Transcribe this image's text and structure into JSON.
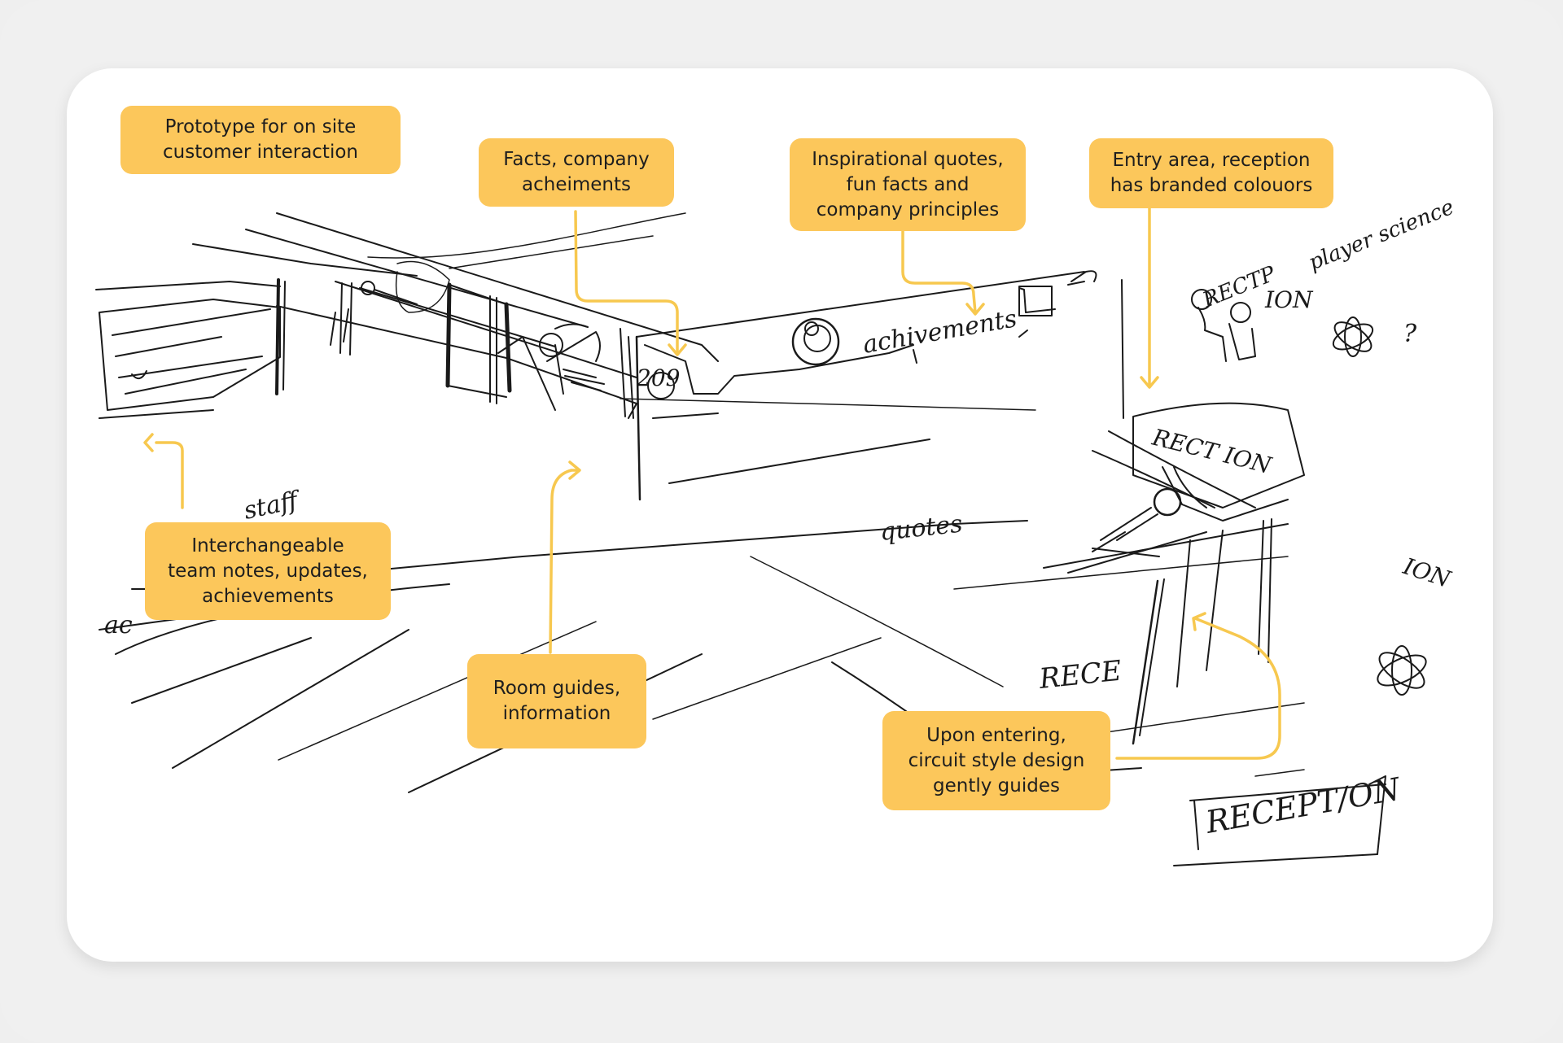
{
  "notes": {
    "prototype": "Prototype for on site\ncustomer interaction",
    "facts": "Facts, company\nacheiments",
    "inspirational": "Inspirational quotes,\nfun facts and\ncompany principles",
    "entry": "Entry area, reception\nhas branded colouors",
    "team_notes": "Interchangeable\nteam notes, updates,\nachievements",
    "room_guides": "Room guides,\ninformation",
    "entering": "Upon entering,\ncircuit style design\ngently guides"
  },
  "handwriting": {
    "achievements": "achivements",
    "quotes": "quotes",
    "staff": "staff",
    "number": "209",
    "ion_1": "ION",
    "ion_2": "ION",
    "recep_1": "RECTP",
    "player_science": "player science",
    "question": "?",
    "rece": "RECE",
    "desk_label": "RECT ION",
    "reception": "RECEPT/ON",
    "ac": "ac"
  },
  "colors": {
    "note_fill": "#fcc75b",
    "connector": "#f7c84f",
    "ink": "#1a1a1a",
    "card": "#ffffff",
    "frame": "#f0f0f0"
  }
}
